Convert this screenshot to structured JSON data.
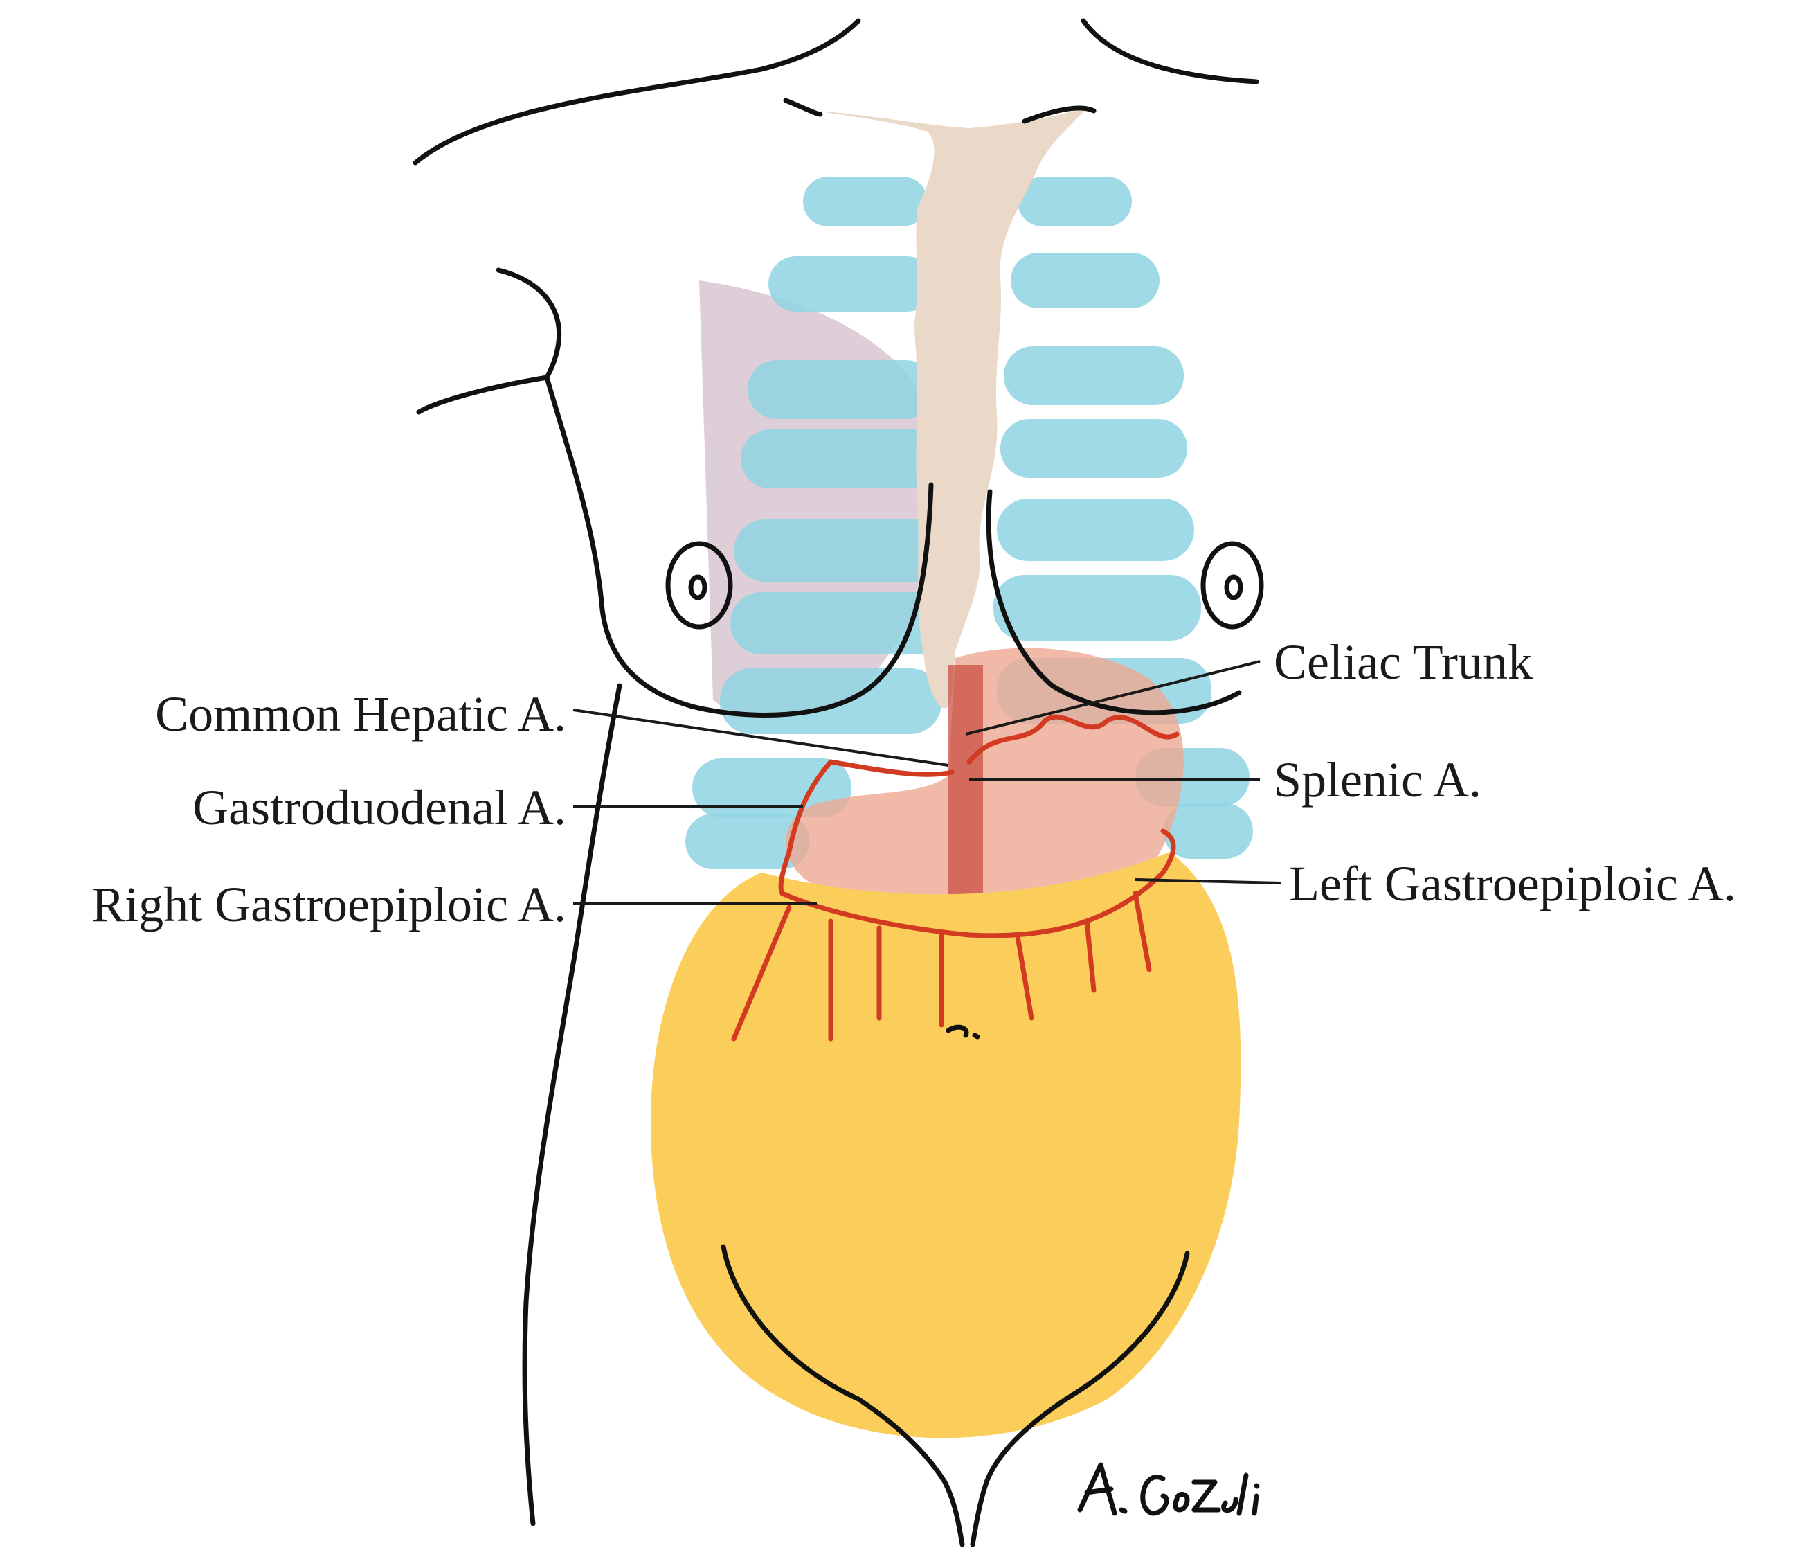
{
  "labels": {
    "celiac_trunk": "Celiac Trunk",
    "common_hepatic": "Common Hepatic A.",
    "splenic": "Splenic A.",
    "gastroduodenal": "Gastroduodenal A.",
    "left_gastroepiploic": "Left Gastroepiploic A.",
    "right_gastroepiploic": "Right Gastroepiploic A."
  },
  "signature": "A.Gozali",
  "colors": {
    "ribs": "#8fd3e3",
    "sternum": "#ead9c8",
    "omentum": "#fbcd5a",
    "stomach": "#eea992",
    "liver": "#c7aebd",
    "aorta": "#c7493a",
    "artery": "#d23a22",
    "outline": "#111111"
  }
}
